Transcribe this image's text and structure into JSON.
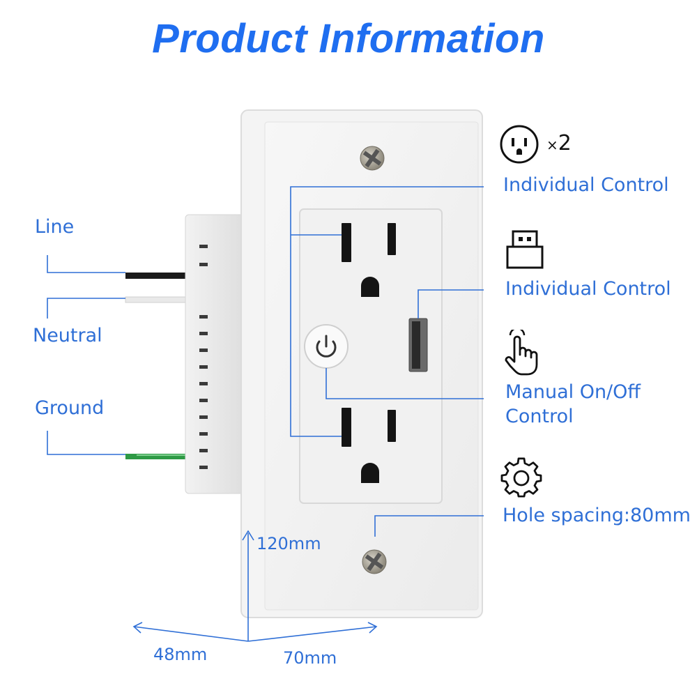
{
  "title": "Product Information",
  "wires": {
    "line": "Line",
    "neutral": "Neutral",
    "ground": "Ground"
  },
  "features": [
    {
      "icon": "outlet-icon",
      "count": "2",
      "multiplier": "×",
      "label": "Individual Control"
    },
    {
      "icon": "usb-icon",
      "label": "Individual Control"
    },
    {
      "icon": "hand-press-icon",
      "label_line1": "Manual On/Off",
      "label_line2": "Control"
    },
    {
      "icon": "gear-icon",
      "label": "Hole spacing:80mm"
    }
  ],
  "dimensions": {
    "height": "120mm",
    "depth": "48mm",
    "width": "70mm"
  },
  "colors": {
    "accent": "#1f6ef0",
    "label": "#2f6fd6",
    "ground_wire": "#2e9a45"
  }
}
